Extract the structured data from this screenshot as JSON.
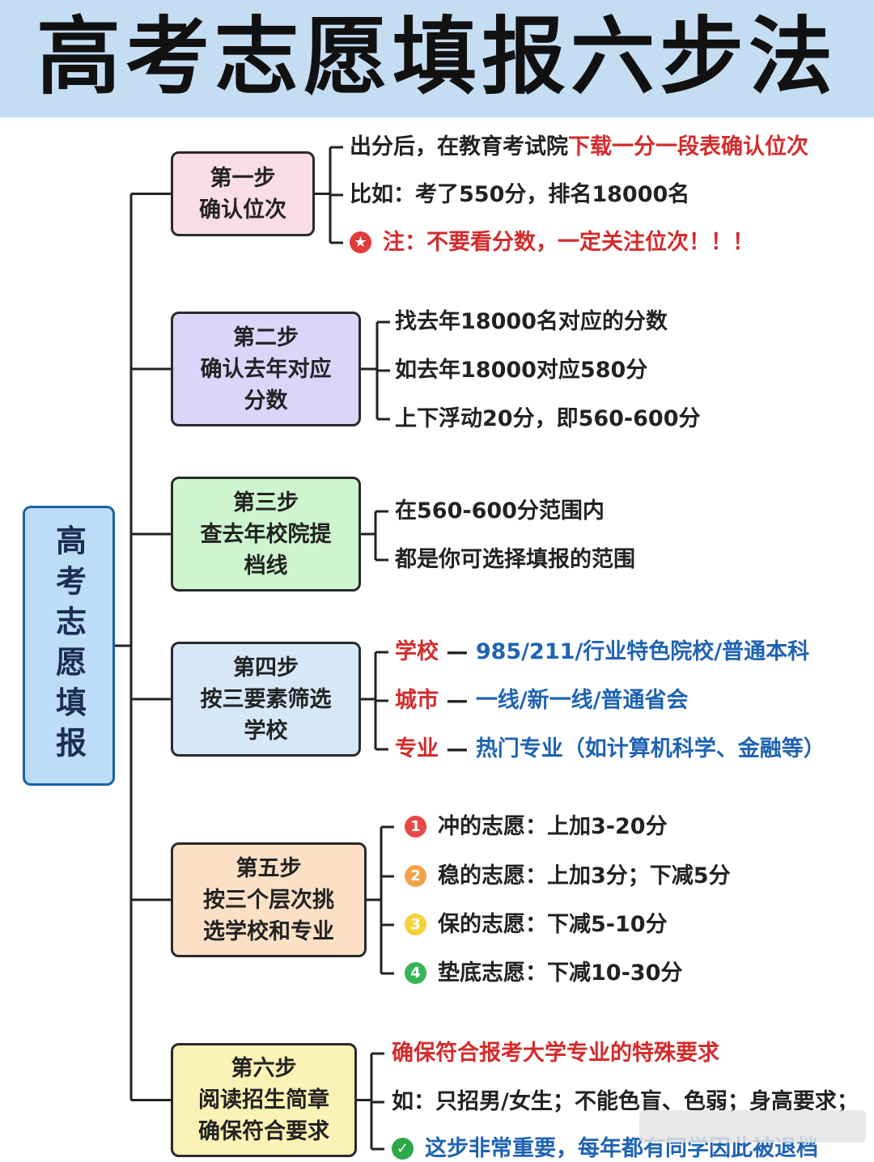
{
  "title": "高考志愿填报六步法",
  "root": {
    "label": "高考志愿填报"
  },
  "steps": [
    {
      "title": "第一步",
      "lines": [
        "确认位次"
      ],
      "details": [
        {
          "parts": [
            {
              "text": "出分后，在教育考试院"
            },
            {
              "text": "下载一分一段表确认位次",
              "color": "red"
            }
          ]
        },
        {
          "parts": [
            {
              "text": "比如：考了550分，排名18000名"
            }
          ]
        },
        {
          "icon": "star-icon",
          "icon_symbol": "★",
          "icon_color": "#e23b3b",
          "parts": [
            {
              "text": "注：不要看分数，一定关注位次！！！",
              "color": "red"
            }
          ]
        }
      ]
    },
    {
      "title": "第二步",
      "lines": [
        "确认去年对应",
        "分数"
      ],
      "details": [
        {
          "parts": [
            {
              "text": "找去年18000名对应的分数"
            }
          ]
        },
        {
          "parts": [
            {
              "text": "如去年18000对应580分"
            }
          ]
        },
        {
          "parts": [
            {
              "text": "上下浮动20分，即560-600分"
            }
          ]
        }
      ]
    },
    {
      "title": "第三步",
      "lines": [
        "查去年校院提",
        "档线"
      ],
      "details": [
        {
          "parts": [
            {
              "text": "在560-600分范围内"
            }
          ]
        },
        {
          "parts": [
            {
              "text": "都是你可选择填报的范围"
            }
          ]
        }
      ]
    },
    {
      "title": "第四步",
      "lines": [
        "按三要素筛选",
        "学校"
      ],
      "details": [
        {
          "parts": [
            {
              "text": "学校",
              "color": "red"
            },
            {
              "text": " — "
            },
            {
              "text": "985/211/行业特色院校/普通本科",
              "color": "blue"
            }
          ]
        },
        {
          "parts": [
            {
              "text": "城市",
              "color": "red"
            },
            {
              "text": " — "
            },
            {
              "text": "一线/新一线/普通省会",
              "color": "blue"
            }
          ]
        },
        {
          "parts": [
            {
              "text": "专业",
              "color": "red"
            },
            {
              "text": " — "
            },
            {
              "text": "热门专业（如计算机科学、金融等）",
              "color": "blue"
            }
          ]
        }
      ]
    },
    {
      "title": "第五步",
      "lines": [
        "按三个层次挑",
        "选学校和专业"
      ],
      "details": [
        {
          "icon": "number-1-icon",
          "icon_symbol": "1",
          "icon_color": "#e94848",
          "parts": [
            {
              "text": "冲的志愿：上加3-20分"
            }
          ]
        },
        {
          "icon": "number-2-icon",
          "icon_symbol": "2",
          "icon_color": "#f2a24a",
          "parts": [
            {
              "text": "稳的志愿：上加3分；下减5分"
            }
          ]
        },
        {
          "icon": "number-3-icon",
          "icon_symbol": "3",
          "icon_color": "#f5d23a",
          "parts": [
            {
              "text": "保的志愿：下减5-10分"
            }
          ]
        },
        {
          "icon": "number-4-icon",
          "icon_symbol": "4",
          "icon_color": "#38b558",
          "parts": [
            {
              "text": "垫底志愿：下减10-30分"
            }
          ]
        }
      ]
    },
    {
      "title": "第六步",
      "lines": [
        "阅读招生简章",
        "确保符合要求"
      ],
      "details": [
        {
          "parts": [
            {
              "text": "确保符合报考大学专业的特殊要求",
              "color": "red"
            }
          ]
        },
        {
          "parts": [
            {
              "text": "如：只招男/女生；不能色盲、色弱；身高要求；"
            }
          ]
        },
        {
          "icon": "check-icon",
          "icon_symbol": "✓",
          "icon_color": "#2aa84a",
          "parts": [
            {
              "text": "这步非常重要，每年都有同学因此被退档",
              "color": "blue"
            }
          ]
        }
      ]
    }
  ],
  "colors": {
    "step_fills": [
      "#fbdde6",
      "#d9d6fa",
      "#cdf5cf",
      "#d6e7f8",
      "#fbe0c6",
      "#fbf3b5"
    ],
    "red": "#d42b2b",
    "blue": "#1f63b3"
  }
}
